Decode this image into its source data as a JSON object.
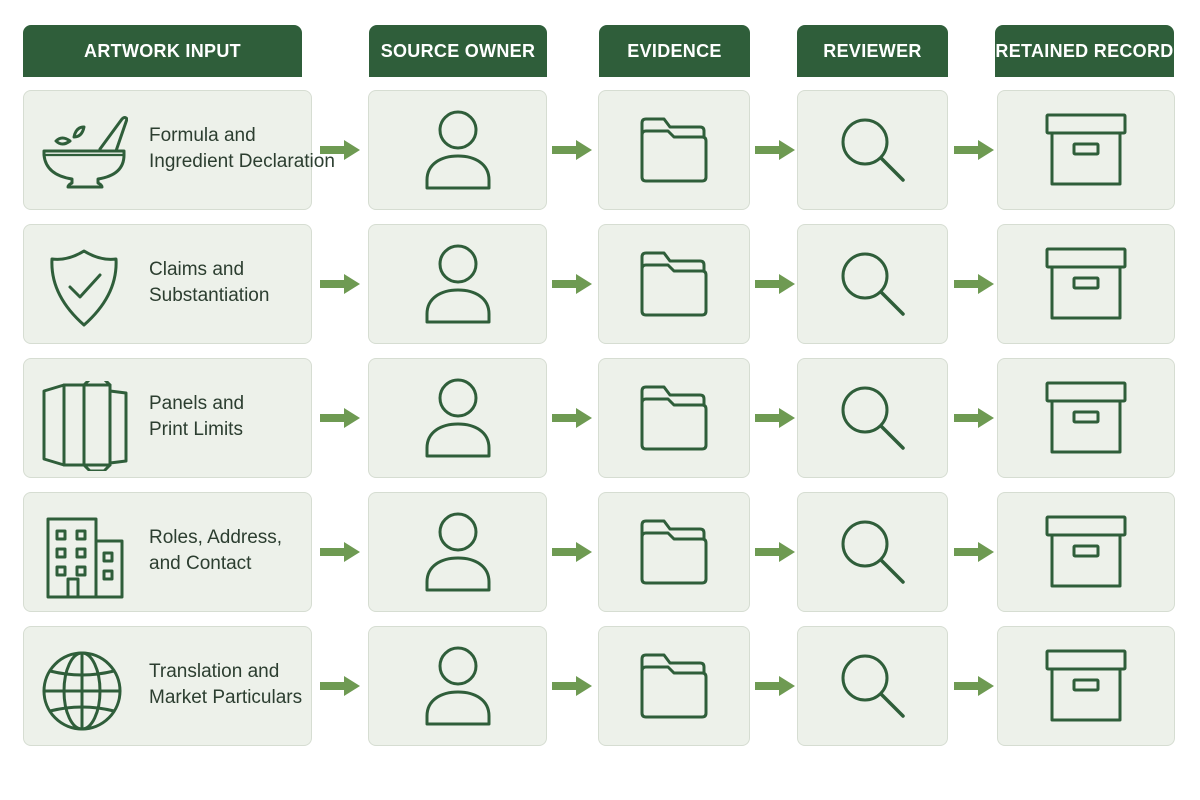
{
  "columns": [
    {
      "key": "input",
      "header": "ARTWORK INPUT"
    },
    {
      "key": "owner",
      "header": "SOURCE OWNER",
      "icon": "person-icon"
    },
    {
      "key": "evidence",
      "header": "EVIDENCE",
      "icon": "folder-icon"
    },
    {
      "key": "reviewer",
      "header": "REVIEWER",
      "icon": "magnifier-icon"
    },
    {
      "key": "record",
      "header": "RETAINED RECORD",
      "icon": "archive-box-icon"
    }
  ],
  "rows": [
    {
      "line1": "Formula and",
      "line2": "Ingredient Declaration",
      "icon": "mortar-pestle-icon"
    },
    {
      "line1": "Claims and",
      "line2": "Substantiation",
      "icon": "shield-check-icon"
    },
    {
      "line1": "Panels and",
      "line2": "Print Limits",
      "icon": "carton-dieline-icon"
    },
    {
      "line1": "Roles, Address,",
      "line2": "and Contact",
      "icon": "building-icon"
    },
    {
      "line1": "Translation and",
      "line2": "Market Particulars",
      "icon": "globe-icon"
    }
  ],
  "colors": {
    "header": "#2f5e3a",
    "card": "#edf1ea",
    "arrow": "#6e9a52",
    "icon": "#2f5e3a"
  }
}
